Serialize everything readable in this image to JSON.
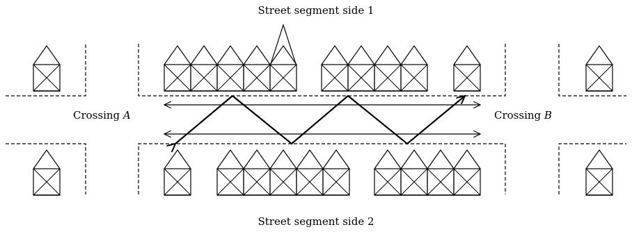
{
  "labels": {
    "side1": "Street segment side 1",
    "side2": "Street segment side 2",
    "crossingA_text": "Crossing",
    "crossingA_letter": "A",
    "crossingB_text": "Crossing",
    "crossingB_letter": "B"
  }
}
